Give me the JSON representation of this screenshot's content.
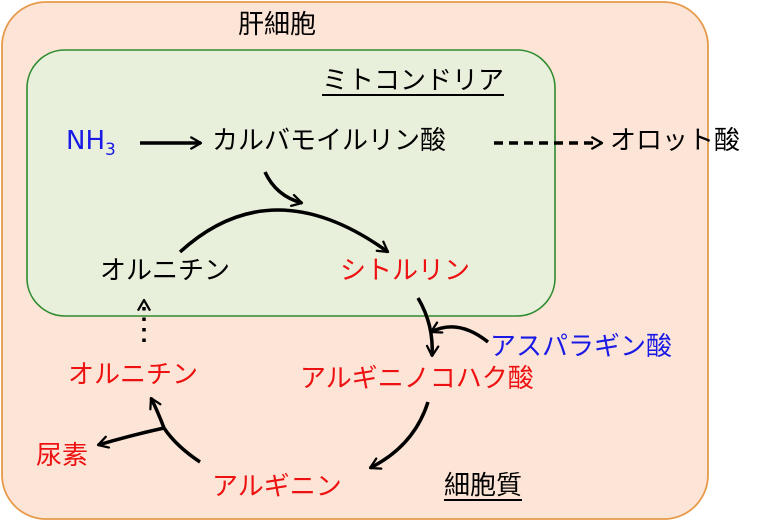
{
  "regions": {
    "cell": "肝細胞",
    "mitochondria": "ミトコンドリア",
    "cytoplasm": "細胞質"
  },
  "nodes": {
    "ammonia": {
      "main": "NH",
      "sub": "3"
    },
    "carbamoyl_phosphate": "カルバモイルリン酸",
    "orotic_acid": "オロット酸",
    "ornithine_mito": "オルニチン",
    "citrulline": "シトルリン",
    "aspartic_acid": "アスパラギン酸",
    "argininosuccinic_acid": "アルギニノコハク酸",
    "arginine": "アルギニン",
    "ornithine_cyto": "オルニチン",
    "urea": "尿素"
  },
  "colors": {
    "cell_fill": "#fce4d6",
    "cell_border": "#e69a4a",
    "mito_fill": "#e8f0dc",
    "mito_border": "#2e8b2e",
    "text_black": "#000000",
    "text_red": "#ee1111",
    "text_blue": "#1a1ae6"
  }
}
